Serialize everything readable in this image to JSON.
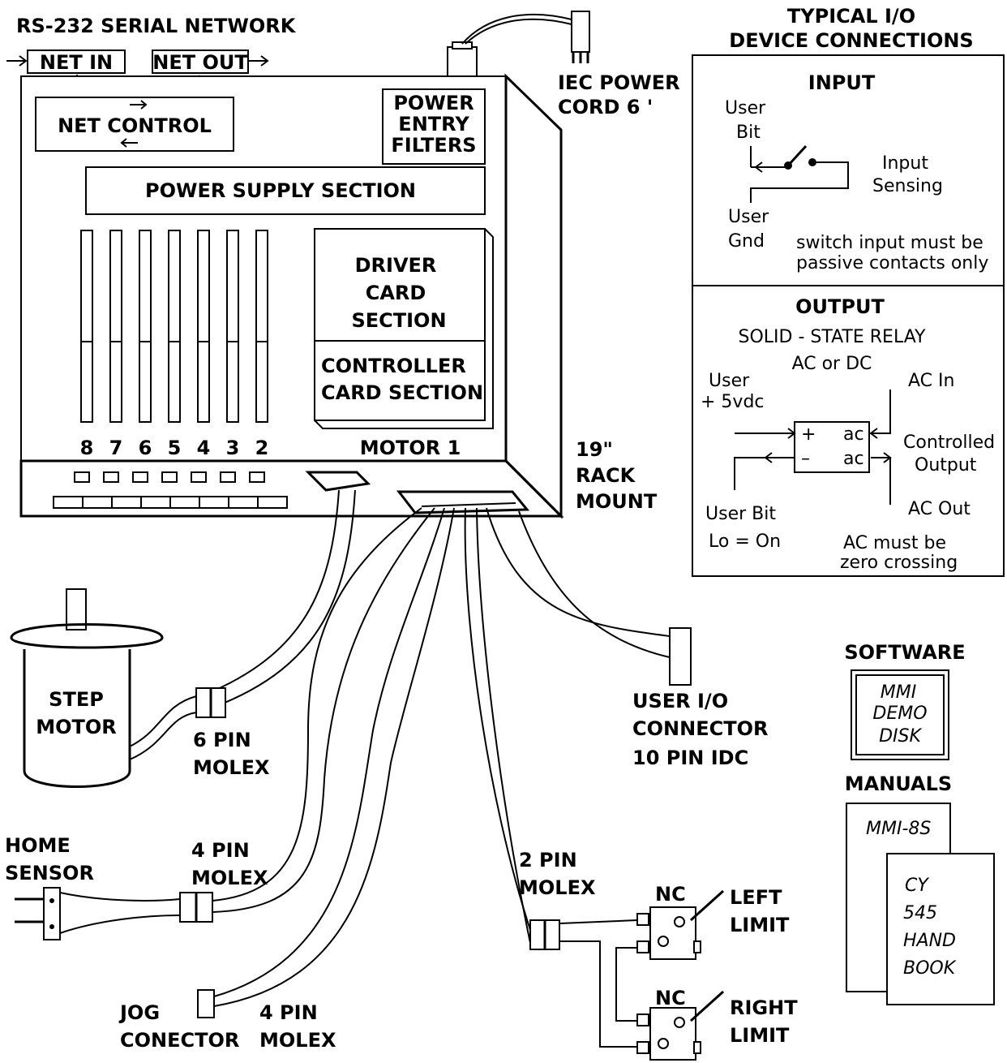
{
  "header": {
    "network_title": "RS-232 SERIAL NETWORK",
    "net_in": "NET IN",
    "net_out": "NET OUT"
  },
  "chassis": {
    "net_control": "NET CONTROL",
    "power_entry": [
      "POWER",
      "ENTRY",
      "FILTERS"
    ],
    "power_supply": "POWER SUPPLY SECTION",
    "driver_card": [
      "DRIVER",
      "CARD",
      "SECTION"
    ],
    "controller_card": [
      "CONTROLLER",
      "CARD SECTION"
    ],
    "slot_numbers": [
      "8",
      "7",
      "6",
      "5",
      "4",
      "3",
      "2"
    ],
    "motor1": "MOTOR 1"
  },
  "power_cord": [
    "IEC POWER",
    "CORD  6 '"
  ],
  "rack_mount": [
    "19\"",
    "RACK",
    "MOUNT"
  ],
  "typical_io": {
    "title": [
      "TYPICAL I/O",
      "DEVICE CONNECTIONS"
    ],
    "input": {
      "heading": "INPUT",
      "user_bit": [
        "User",
        "Bit"
      ],
      "input_sensing": [
        "Input",
        "Sensing"
      ],
      "user_gnd": [
        "User",
        "Gnd"
      ],
      "note": [
        "switch input must be",
        "passive  contacts only"
      ]
    },
    "output": {
      "heading": "OUTPUT",
      "relay": "SOLID - STATE RELAY",
      "ac_dc": "AC or DC",
      "user_5vdc": [
        "User",
        "+ 5vdc"
      ],
      "ac_in": "AC In",
      "plus": "+",
      "minus": "–",
      "ac_top": "ac",
      "ac_bottom": "ac",
      "controlled": [
        "Controlled",
        "Output"
      ],
      "user_bit": "User Bit",
      "lo_on": "Lo = On",
      "ac_out": "AC Out",
      "note": [
        "AC  must be",
        "zero crossing"
      ]
    }
  },
  "step_motor": [
    "STEP",
    "MOTOR"
  ],
  "six_pin": [
    "6 PIN",
    "MOLEX"
  ],
  "user_io": [
    "USER I/O",
    "CONNECTOR",
    "10 PIN IDC"
  ],
  "software": {
    "heading": "SOFTWARE",
    "disk": [
      "MMI",
      "DEMO",
      "DISK"
    ]
  },
  "manuals": {
    "heading": "MANUALS",
    "manual1": "MMI-8S",
    "manual2": [
      "CY",
      "545",
      "HAND",
      "BOOK"
    ]
  },
  "home_sensor": [
    "HOME",
    "SENSOR"
  ],
  "four_pin_home": [
    "4 PIN",
    "MOLEX"
  ],
  "two_pin": [
    "2 PIN",
    "MOLEX"
  ],
  "left_limit": {
    "nc": "NC",
    "label": [
      "LEFT",
      "LIMIT"
    ]
  },
  "right_limit": {
    "nc": "NC",
    "label": [
      "RIGHT",
      "LIMIT"
    ]
  },
  "jog": {
    "label": [
      "JOG",
      "CONECTOR"
    ],
    "molex": [
      "4 PIN",
      "MOLEX"
    ]
  }
}
